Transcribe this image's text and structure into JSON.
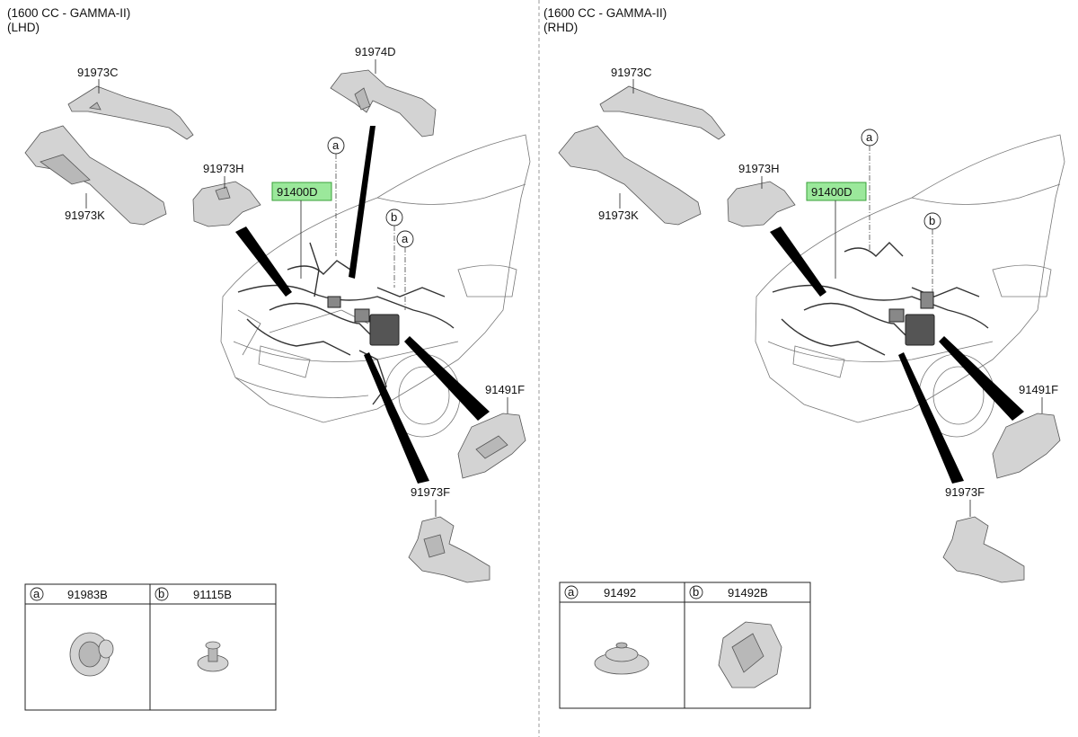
{
  "panels": {
    "lhd": {
      "header_line1": "(1600 CC - GAMMA-II)",
      "header_line2": "(LHD)",
      "parts": {
        "p91973C": "91973C",
        "p91974D": "91974D",
        "p91973H": "91973H",
        "p91973K": "91973K",
        "p91400D": "91400D",
        "p91491F": "91491F",
        "p91973F": "91973F"
      },
      "callouts": {
        "a": "a",
        "b": "b"
      },
      "legend": {
        "col1_key": "a",
        "col1_part": "91983B",
        "col2_key": "b",
        "col2_part": "91115B"
      }
    },
    "rhd": {
      "header_line1": "(1600 CC - GAMMA-II)",
      "header_line2": "(RHD)",
      "parts": {
        "p91973C": "91973C",
        "p91973H": "91973H",
        "p91973K": "91973K",
        "p91400D": "91400D",
        "p91491F": "91491F",
        "p91973F": "91973F"
      },
      "callouts": {
        "a": "a",
        "b": "b"
      },
      "legend": {
        "col1_key": "a",
        "col1_part": "91492",
        "col2_key": "b",
        "col2_part": "91492B"
      }
    }
  },
  "colors": {
    "highlight": "#9be89b",
    "part_fill": "#d3d3d3",
    "divider": "#999999"
  }
}
